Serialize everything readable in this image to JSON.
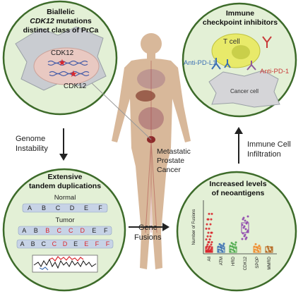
{
  "colors": {
    "circle_fill": "#e3f0d6",
    "circle_stroke": "#3d6b2a",
    "arrow": "#222222",
    "mutation_red": "#d8282f",
    "anti_pdl1_blue": "#3b6fb3",
    "anti_pd1_red": "#c93a3a",
    "tcell": "#e8ea6a",
    "cancer_cell": "#d5d5d8"
  },
  "top_left": {
    "title_line1": "Biallelic",
    "title_line2": "CDK12",
    "title_line2b": " mutations",
    "title_line3": "distinct class of PrCa",
    "label_a": "CDK12",
    "label_b": "CDK12"
  },
  "top_right": {
    "title_line1": "Immune",
    "title_line2": "checkpoint inhibitors",
    "tcell_label": "T cell",
    "anti_pdl1": "Anti-PD-L1",
    "anti_pd1": "Anti-PD-1",
    "cancer_label": "Cancer cell"
  },
  "middle": {
    "genome_line1": "Genome",
    "genome_line2": "Instability",
    "immune_line1": "Immune Cell",
    "immune_line2": "Infiltration",
    "metastatic_line1": "Metastatic",
    "metastatic_line2": "Prostate",
    "metastatic_line3": "Cancer",
    "gene_line1": "Gene",
    "gene_line2": "Fusions"
  },
  "bottom_left": {
    "title_line1": "Extensive",
    "title_line2": "tandem duplications",
    "normal_label": "Normal",
    "tumor_label": "Tumor",
    "normal_letters": [
      "A",
      "B",
      "C",
      "D",
      "E",
      "F"
    ],
    "tumor_row1": [
      "A",
      "B",
      "B",
      "C",
      "C",
      "D",
      "E",
      "F"
    ],
    "tumor_row2": [
      "A",
      "B",
      "C",
      "C",
      "D",
      "E",
      "E",
      "F",
      "F"
    ]
  },
  "bottom_right": {
    "title_line1": "Increased levels",
    "title_line2": "of neoantigens",
    "chart_data": {
      "type": "scatter",
      "ylabel": "Number of Fusions",
      "categories": [
        "All",
        "ATM",
        "HRD",
        "CDK12",
        "SPOP",
        "MMRD"
      ],
      "series_colors": [
        "#d8282f",
        "#3b6fb3",
        "#4aa84a",
        "#8e44ad",
        "#f08a2a",
        "#b5651d"
      ]
    }
  }
}
